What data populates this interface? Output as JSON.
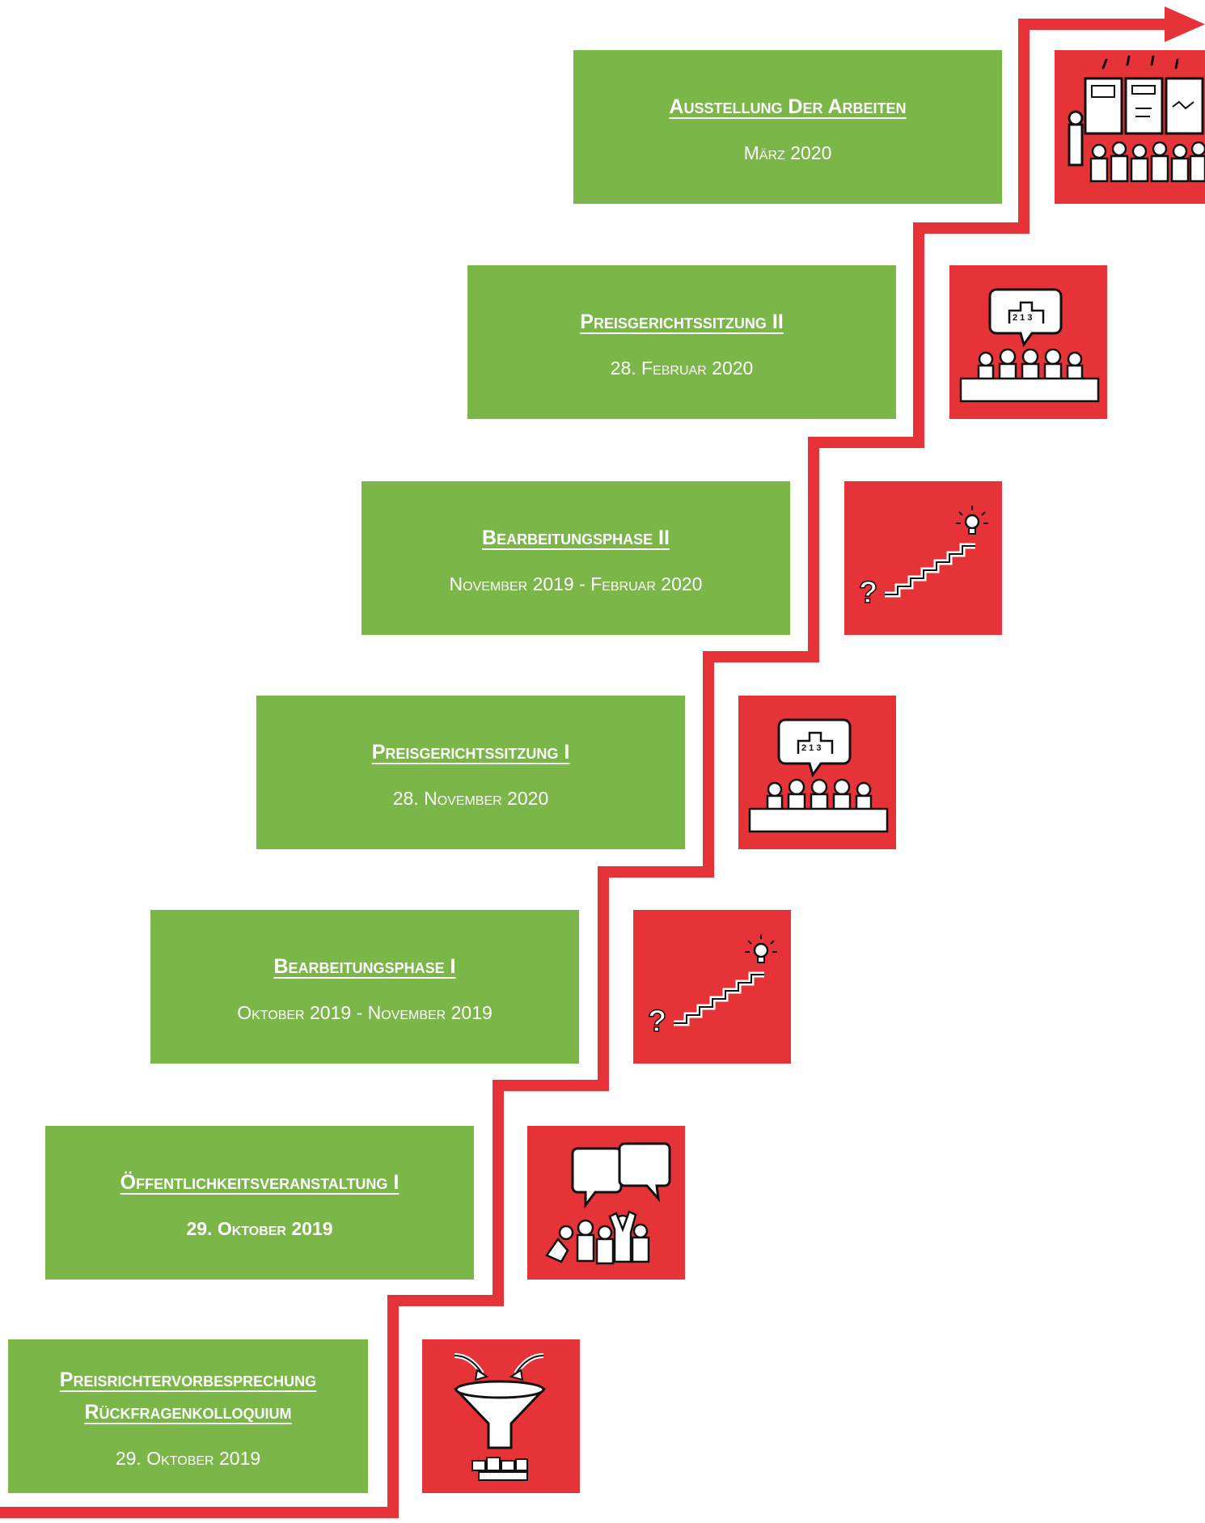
{
  "steps": [
    {
      "title": "Ausstellung Der Arbeiten",
      "date": "März 2020",
      "icon": "exhibition-icon"
    },
    {
      "title": "Preisgerichtssitzung II",
      "date": "28. Februar 2020",
      "icon": "jury-icon"
    },
    {
      "title": "Bearbeitungsphase II",
      "date": "November 2019 - Februar 2020",
      "icon": "stairs-idea-icon"
    },
    {
      "title": "Preisgerichtssitzung I",
      "date": "28. November 2020",
      "icon": "jury-icon"
    },
    {
      "title": "Bearbeitungsphase I",
      "date": "Oktober 2019 - November 2019",
      "icon": "stairs-idea-icon"
    },
    {
      "title": "Öffentlichkeitsveranstaltung I",
      "date": "29. Oktober 2019",
      "icon": "public-event-icon"
    },
    {
      "title_lines": [
        "Preisrichtervorbesprechung",
        "Rückfragenkolloquium"
      ],
      "date": "29. Oktober 2019",
      "icon": "funnel-icon"
    }
  ],
  "colors": {
    "card": "#7ab648",
    "tile": "#e63338",
    "path": "#e63338",
    "text": "#ffffff"
  }
}
